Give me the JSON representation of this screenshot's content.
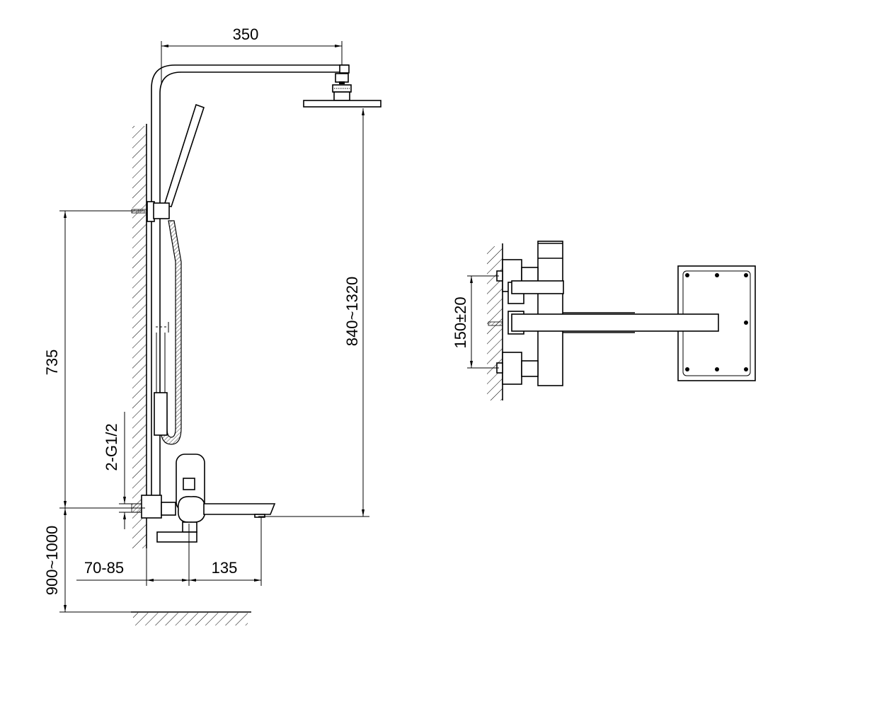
{
  "title": "Shower system dimension drawing",
  "dimensions": {
    "arm_length": "350",
    "head_height": "840~1320",
    "bracket_height": "735",
    "mixer_height": "900~1000",
    "wall_offset": "70-85",
    "spout_projection": "135",
    "inlet_thread": "2-G1/2",
    "inlet_spacing": "150±20"
  },
  "colors": {
    "line": "#000000",
    "background": "#ffffff"
  }
}
